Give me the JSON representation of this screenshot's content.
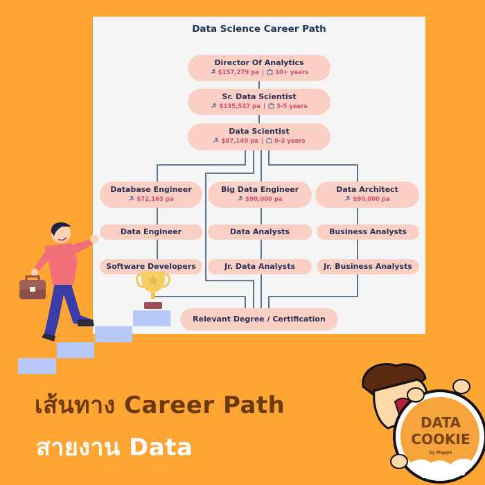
{
  "diagram": {
    "title": "Data Science Career Path",
    "colors": {
      "background": "#FFA534",
      "card": "#F5F5F5",
      "pill": "#FBD0C4",
      "title": "#1F3460",
      "node_text": "#2B2F55",
      "meta_text": "#D14E6A",
      "connector": "#3D5275",
      "stairs": "#B7C9FB"
    },
    "top_chain": [
      {
        "name": "Director Of Analytics",
        "salary": "$157,279 pa",
        "experience": "10+ years"
      },
      {
        "name": "Sr. Data Scientist",
        "salary": "$135,537 pa",
        "experience": "3-5 years"
      },
      {
        "name": "Data Scientist",
        "salary": "$97,140 pa",
        "experience": "0-3 years"
      }
    ],
    "branches": [
      {
        "name": "Database Engineer",
        "salary": "$72,163 pa",
        "mid": "Data Engineer",
        "entry": "Software Developers"
      },
      {
        "name": "Big Data Engineer",
        "salary": "$90,000 pa",
        "mid": "Data Analysts",
        "entry": "Jr. Data Analysts"
      },
      {
        "name": "Data Architect",
        "salary": "$90,000 pa",
        "mid": "Business Analysts",
        "entry": "Jr. Business Analysts"
      }
    ],
    "foundation": "Relevant Degree / Certification",
    "separator": "|",
    "icons": {
      "salary": "money-hand-icon",
      "experience": "briefcase-icon"
    }
  },
  "headline": {
    "line1": "เส้นทาง Career Path",
    "line2": "สายงาน Data"
  },
  "logo": {
    "line1": "DATA",
    "line2": "COOKIE",
    "byline": "by Mappk"
  }
}
